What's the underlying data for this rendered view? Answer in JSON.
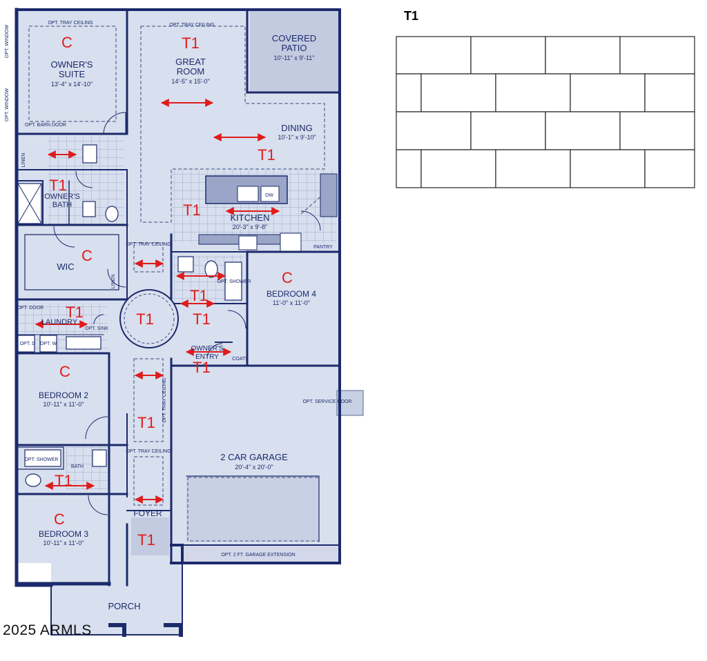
{
  "legend": {
    "title": "T1"
  },
  "copyright": "2025 ARMLS",
  "rooms": {
    "owners_suite": {
      "name1": "OWNER'S",
      "name2": "SUITE",
      "dim": "13'-4\" x 14'-10\""
    },
    "great_room": {
      "name1": "GREAT",
      "name2": "ROOM",
      "dim": "14'-5\" x 15'-0\""
    },
    "covered_patio": {
      "name1": "COVERED",
      "name2": "PATIO",
      "dim": "10'-11\" x 9'-11\""
    },
    "dining": {
      "name": "DINING",
      "dim": "10'-1\" x 9'-10\""
    },
    "kitchen": {
      "name": "KITCHEN",
      "dim": "20'-3\" x 9'-8\""
    },
    "owners_bath": {
      "name1": "OWNER'S",
      "name2": "BATH"
    },
    "wic": {
      "name": "WIC"
    },
    "laundry": {
      "name": "LAUNDRY"
    },
    "bedroom4": {
      "name": "BEDROOM 4",
      "dim": "11'-0\" x 11'-0\""
    },
    "bedroom2": {
      "name": "BEDROOM 2",
      "dim": "10'-11\" x 11'-0\""
    },
    "bedroom3": {
      "name": "BEDROOM 3",
      "dim": "10'-11\" x 11'-0\""
    },
    "garage": {
      "name": "2 CAR GARAGE",
      "dim": "20'-4\" x 20'-0\""
    },
    "foyer": {
      "name": "FOYER"
    },
    "porch": {
      "name": "PORCH"
    },
    "owners_entry": {
      "name1": "OWNER'S",
      "name2": "ENTRY"
    },
    "pantry": {
      "name": "PANTRY"
    }
  },
  "notes": {
    "opt_tray_ceiling_suite": "OPT. TRAY CEILING",
    "opt_tray_ceiling_great": "OPT. TRAY CEILING",
    "opt_window_1": "OPT. WINDOW",
    "opt_window_2": "OPT. WINDOW",
    "opt_barn_door": "OPT. BARN DOOR",
    "linen_1": "LINEN",
    "linen_2": "LINEN",
    "opt_tray_ceiling_hall": "OPT. TRAY CEILING",
    "opt_tray_ceiling_foyer": "OPT. TRAY CEILING",
    "opt_tray_ceiling_vertical": "OPT. TRAY CEILING",
    "opt_service_door": "OPT. SERVICE DOOR",
    "garage_ext": "OPT. 2 FT. GARAGE EXTENSION",
    "opt_shower_1": "OPT. SHOWER",
    "opt_shower_2": "OPT. SHOWER",
    "dw": "DW",
    "opt_door": "OPT. DOOR",
    "bath": "BATH",
    "coats": "COATS",
    "opt_sink": "OPT. SINK",
    "opt_d": "OPT. D",
    "opt_w": "OPT. W"
  },
  "tile_tags": {
    "t1": "T1",
    "c": "C"
  },
  "colors": {
    "wall": "#1b2a6b",
    "fill": "#d8dfee",
    "arrow": "#e01b1b",
    "tag": "#e01b1b"
  }
}
